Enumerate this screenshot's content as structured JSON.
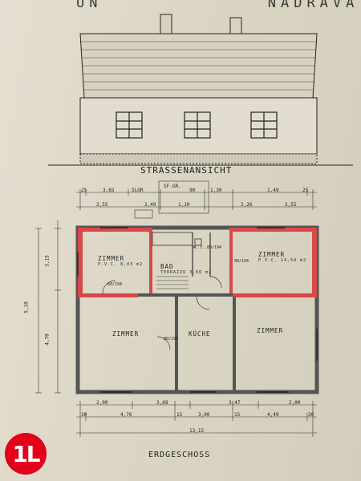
{
  "document": {
    "header_fragment": "UN",
    "header_fragment_right": "NADRAVA IN",
    "elevation_label": "STRASSENANSICHT",
    "floor_label": "ERDGESCHOSS"
  },
  "rooms": {
    "zimmer_top_left": {
      "name": "ZIMMER",
      "area": "P.V.C. 8,03 m2"
    },
    "bad": {
      "name": "BAD",
      "note": "TERRAZZO 3,66 m2"
    },
    "wc": {
      "name": "W.C."
    },
    "zimmer_top_right": {
      "name": "ZIMMER",
      "area": "P.V.C. 14,54 m2"
    },
    "zimmer_bottom_left": {
      "name": "ZIMMER"
    },
    "kuche": {
      "name": "KÜCHE"
    },
    "zimmer_bottom_right": {
      "name": "ZIMMER"
    }
  },
  "dimensions": {
    "top_row": [
      "25",
      "3,65",
      "SLGR",
      "SF.GR.",
      "90",
      "1,30",
      "1,49",
      "25"
    ],
    "second_row": [
      "2,55",
      "2,49",
      "1,10",
      "2,26",
      "2,55"
    ],
    "bottom_row_1": [
      "2,00",
      "3,68",
      "3,47",
      "2,00"
    ],
    "bottom_row_2": [
      "30",
      "4,76",
      "15",
      "3,00",
      "15",
      "4,49",
      "30"
    ],
    "total": "13,15",
    "left_side": [
      "5,10",
      "3,15",
      "4,70"
    ],
    "door_marks": [
      "80/194",
      "90/194",
      "80/194",
      "60/194"
    ]
  },
  "logo": {
    "text": "1L",
    "color": "#e3001b"
  }
}
